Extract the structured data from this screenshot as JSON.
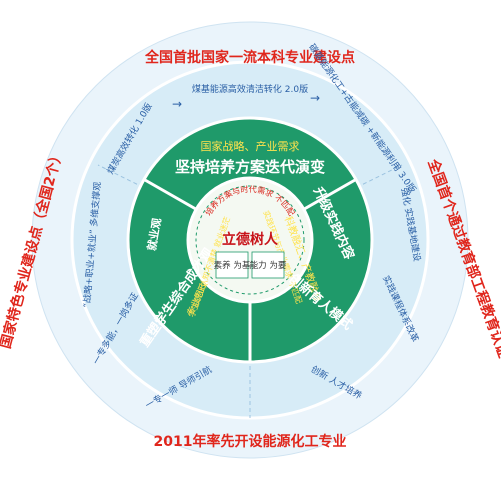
{
  "outer_labels": {
    "top": "全国首批国家一流本科专业建设点",
    "right": "全国首个通过教育部工程教育认证",
    "bottom": "2011年率先开设能源化工专业",
    "left": "国家特色专业建设点（全国2个）"
  },
  "middle_ring": {
    "top": {
      "steps": [
        "煤炭高效转化 1.0版",
        "煤基能源高效清洁转化 2.0版",
        "碳基能源化工+古能减碳 +新能源利用 3.0版"
      ]
    },
    "right": {
      "steps": [
        "强化 实践基地建设",
        "实践课程体系改革",
        "创新 人才培养"
      ]
    },
    "left": {
      "steps": [
        "“战略+职业+就业” 多维支撑观",
        "一专多能，一岗多证",
        "一专一师 导师引航"
      ]
    }
  },
  "inner_ring": {
    "top": {
      "title": "坚持培养方案迭代演变",
      "subtitle": "国家战略、产业需求"
    },
    "right": {
      "title": "升级实践内容",
      "subtitle": "科教融汇、产教融合",
      "notes": "实践环节与产业需求 不匹配",
      "extra": "创新育人模式"
    },
    "left": {
      "title": "重塑学生综合成才观",
      "subtitle": "就业观",
      "notes": "学生职业认知不清楚 就业迷茫",
      "extra": "专业思政"
    }
  },
  "center": {
    "title": "立德树人",
    "left_box": "素养 为基",
    "right_box": "能力 为要",
    "arc_text": "培养方案与时代需求 不匹配"
  },
  "colors": {
    "outer_ring_bg": "#eaf4fb",
    "middle_ring_bg": "#d7ecf7",
    "inner_green": "#1f9a6a",
    "inner_green_dark": "#0f7a52",
    "center_bg": "#f4f9f2",
    "accent_red": "#e0261c",
    "title_red": "#c8141a"
  }
}
